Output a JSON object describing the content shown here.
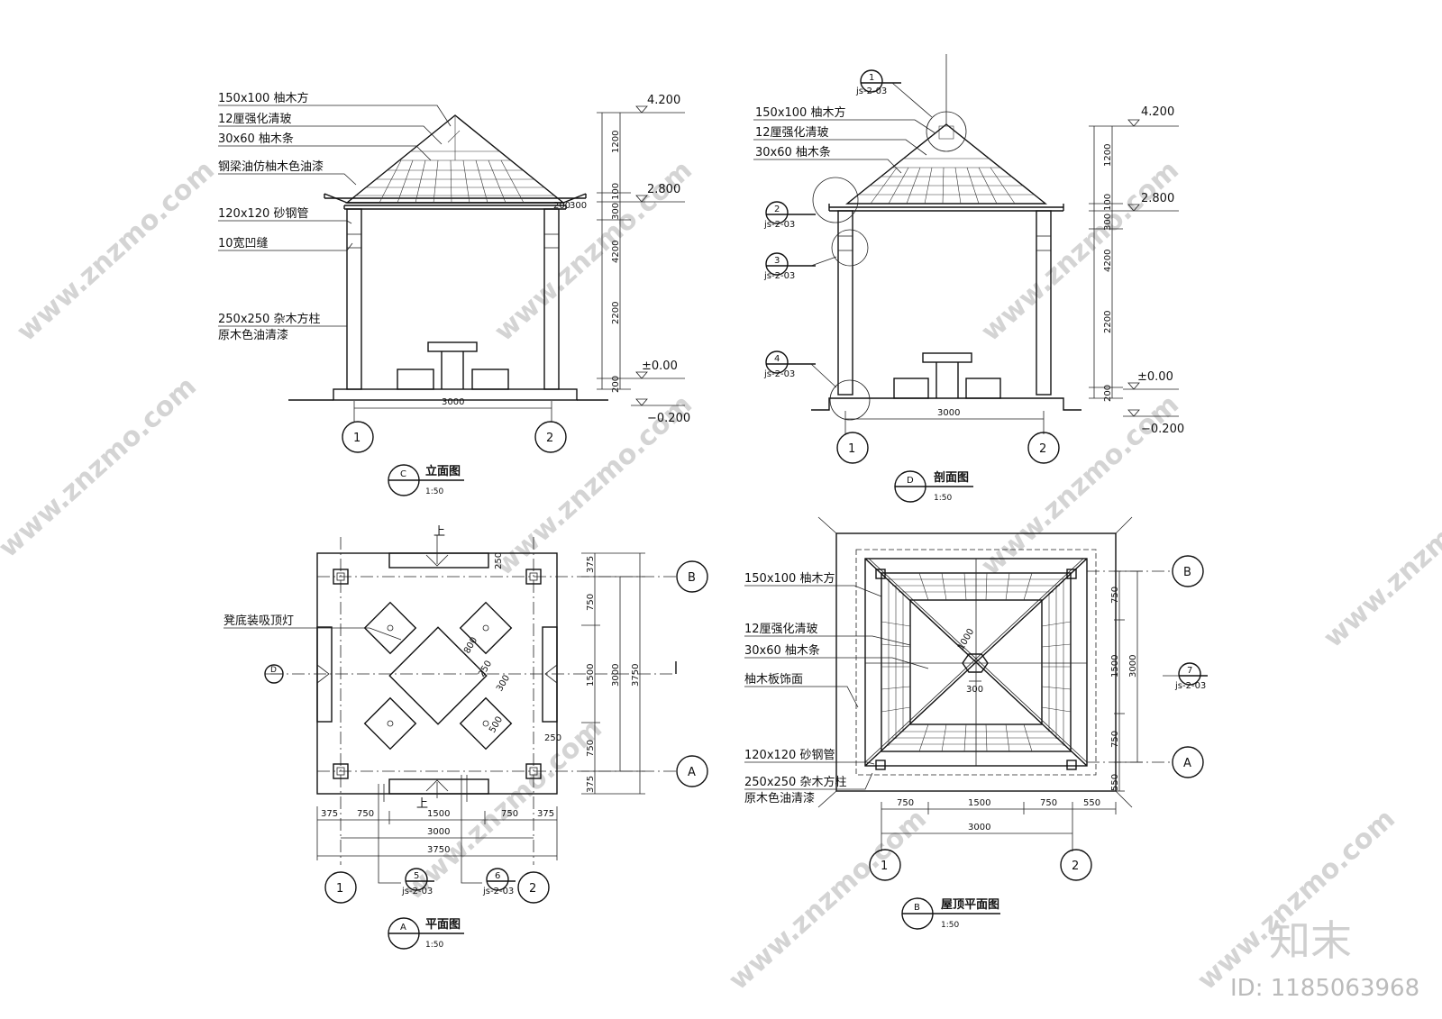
{
  "watermark": {
    "url": "www.znzmo.com",
    "brand": "知末",
    "id": "ID: 1185063968"
  },
  "elevation": {
    "labels": [
      "150x100 柚木方",
      "12厘强化清玻",
      "30x60 柚木条",
      "钢梁油仿柚木色油漆",
      "120x120 砂钢管",
      "10宽凹缝",
      "250x250 杂木方柱",
      "原木色油清漆"
    ],
    "levels": [
      "4.200",
      "2.800",
      "±0.00",
      "−0.200"
    ],
    "dims_v": [
      "1200",
      "100",
      "300",
      "4200",
      "2200",
      "200"
    ],
    "dims_small": [
      "200",
      "300"
    ],
    "width": "3000",
    "axes": [
      "1",
      "2"
    ],
    "title_id": "C",
    "title": "立面图",
    "scale": "1:50"
  },
  "section": {
    "labels": [
      "150x100 柚木方",
      "12厘强化清玻",
      "30x60 柚木条"
    ],
    "detail_tags": [
      {
        "num": "1",
        "ref": "js-2-03"
      },
      {
        "num": "2",
        "ref": "js-2-03"
      },
      {
        "num": "3",
        "ref": "js-2-03"
      },
      {
        "num": "4",
        "ref": "js-2-03"
      }
    ],
    "levels": [
      "4.200",
      "2.800",
      "±0.00",
      "−0.200"
    ],
    "dims_v": [
      "1200",
      "100",
      "300",
      "4200",
      "2200",
      "200"
    ],
    "width": "3000",
    "axes": [
      "1",
      "2"
    ],
    "title_id": "D",
    "title": "剖面图",
    "scale": "1:50"
  },
  "plan": {
    "label_lamp": "凳底装吸顶灯",
    "up": "上",
    "dims_right": [
      "375",
      "750",
      "1500",
      "750",
      "375"
    ],
    "dims_total_right": [
      "3000",
      "3750"
    ],
    "dims_bottom": [
      "375",
      "750",
      "1500",
      "750",
      "375"
    ],
    "dims_total_bottom": [
      "3000",
      "3750"
    ],
    "dims_inner": [
      "250",
      "800",
      "250",
      "300",
      "500",
      "250"
    ],
    "axes_x": [
      "1",
      "2"
    ],
    "axes_y": [
      "B",
      "A"
    ],
    "section_mark": "D",
    "detail_tags": [
      {
        "num": "5",
        "ref": "js-2-03"
      },
      {
        "num": "6",
        "ref": "js-2-03"
      }
    ],
    "title_id": "A",
    "title": "平面图",
    "scale": "1:50"
  },
  "roof": {
    "labels": [
      "150x100 柚木方",
      "12厘强化清玻",
      "30x60 柚木条",
      "柚木板饰面",
      "120x120 砂钢管",
      "250x250 杂木方柱",
      "原木色油清漆"
    ],
    "dims_right": [
      "750",
      "1500",
      "750",
      "550"
    ],
    "dim_total_right": "3000",
    "dims_bottom": [
      "750",
      "1500",
      "750",
      "550"
    ],
    "dim_total_bottom": "3000",
    "dims_center": [
      "1000",
      "300"
    ],
    "axes_x": [
      "1",
      "2"
    ],
    "axes_y": [
      "B",
      "A"
    ],
    "detail_tag": {
      "num": "7",
      "ref": "js-2-03"
    },
    "title_id": "B",
    "title": "屋顶平面图",
    "scale": "1:50"
  }
}
